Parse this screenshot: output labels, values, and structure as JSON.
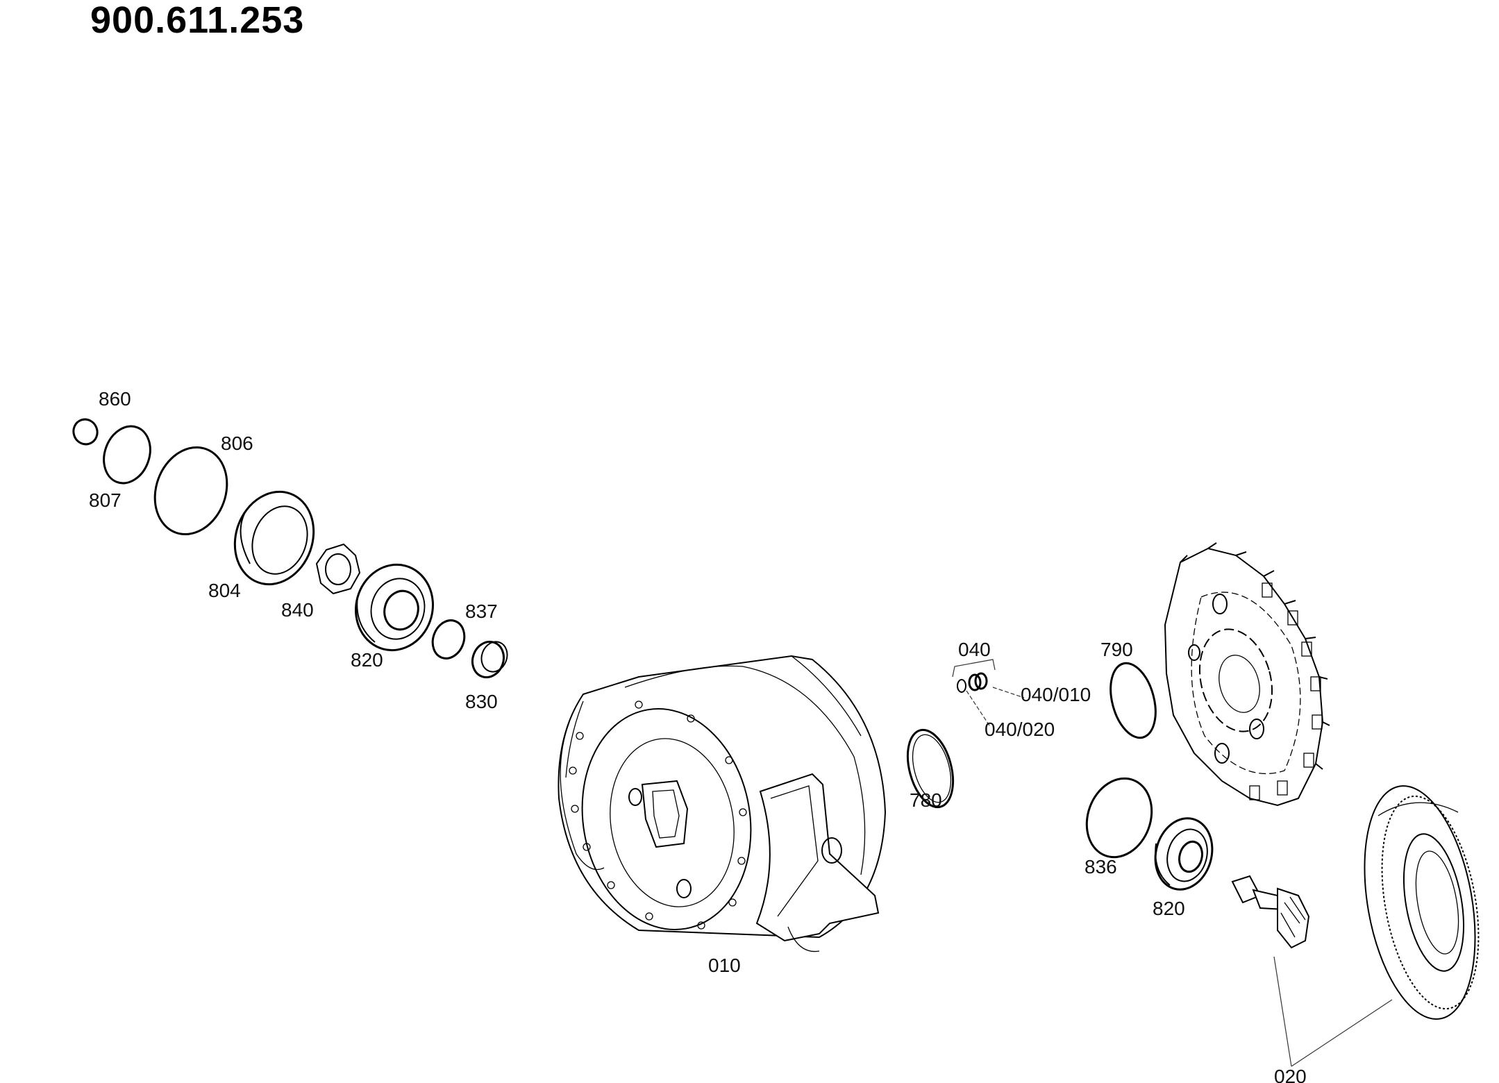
{
  "document": {
    "title": "900.611.253"
  },
  "callouts": {
    "c860": "860",
    "c807": "807",
    "c806": "806",
    "c804": "804",
    "c840": "840",
    "c820a": "820",
    "c837": "837",
    "c830": "830",
    "c010": "010",
    "c780": "780",
    "c040": "040",
    "c040_010": "040/010",
    "c040_020": "040/020",
    "c790": "790",
    "c836": "836",
    "c820b": "820",
    "c020": "020"
  }
}
